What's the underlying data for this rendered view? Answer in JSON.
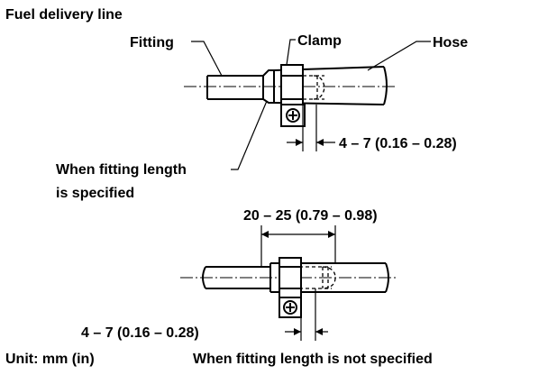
{
  "title": "Fuel delivery line",
  "labels": {
    "fitting": "Fitting",
    "clamp": "Clamp",
    "hose": "Hose",
    "when_specified_line1": "When fitting length",
    "when_specified_line2": "is specified",
    "when_not_specified": "When fitting length is not specified",
    "unit": "Unit: mm (in)"
  },
  "dimensions": {
    "upper_gap": "4 – 7 (0.16 – 0.28)",
    "lower_length": "20 – 25 (0.79 – 0.98)",
    "lower_gap": "4 – 7 (0.16 – 0.28)"
  },
  "icons": [
    "screw-head-icon",
    "arrow-icon"
  ]
}
